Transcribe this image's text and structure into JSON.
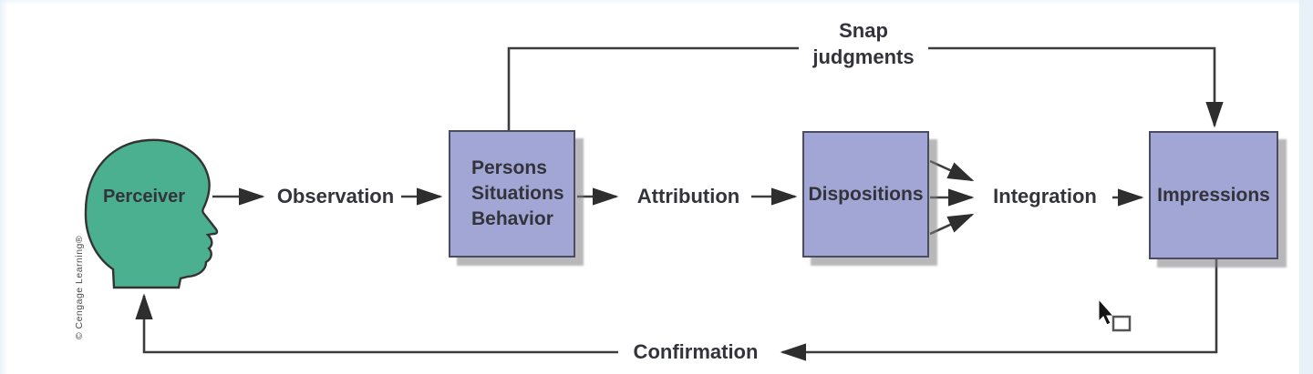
{
  "figure": {
    "description_labels": {
      "perceiver": "Perceiver",
      "observation": "Observation",
      "attribution": "Attribution",
      "integration": "Integration",
      "confirmation": "Confirmation",
      "snap_line1": "Snap",
      "snap_line2": "judgments",
      "copyright": "© Cengage Learning®"
    },
    "boxes": [
      {
        "id": "persons-situations-behavior",
        "lines": [
          "Persons",
          "Situations",
          "Behavior"
        ]
      },
      {
        "id": "dispositions",
        "lines": [
          "Dispositions"
        ]
      },
      {
        "id": "impressions",
        "lines": [
          "Impressions"
        ]
      }
    ],
    "edges": [
      {
        "from": "Perceiver",
        "to": "Observation"
      },
      {
        "from": "Observation",
        "to": "Persons Situations Behavior"
      },
      {
        "from": "Persons Situations Behavior",
        "to": "Attribution"
      },
      {
        "from": "Attribution",
        "to": "Dispositions"
      },
      {
        "from": "Dispositions",
        "to": "Integration",
        "style": "three converging arrows"
      },
      {
        "from": "Integration",
        "to": "Impressions"
      },
      {
        "from": "Persons Situations Behavior",
        "to": "Impressions",
        "label": "Snap judgments"
      },
      {
        "from": "Impressions",
        "to": "Perceiver",
        "label": "Confirmation"
      }
    ],
    "icons": [
      "mouse-cursor-icon",
      "selection-rect-icon",
      "perceiver-head-silhouette"
    ]
  },
  "colors": {
    "box_fill": "#a2a6d5",
    "box_border": "#4b4b62",
    "head_fill": "#4bb08f",
    "line": "#3d3d3d",
    "ink": "#33333b",
    "edge_blue": "#e8f1f8"
  }
}
